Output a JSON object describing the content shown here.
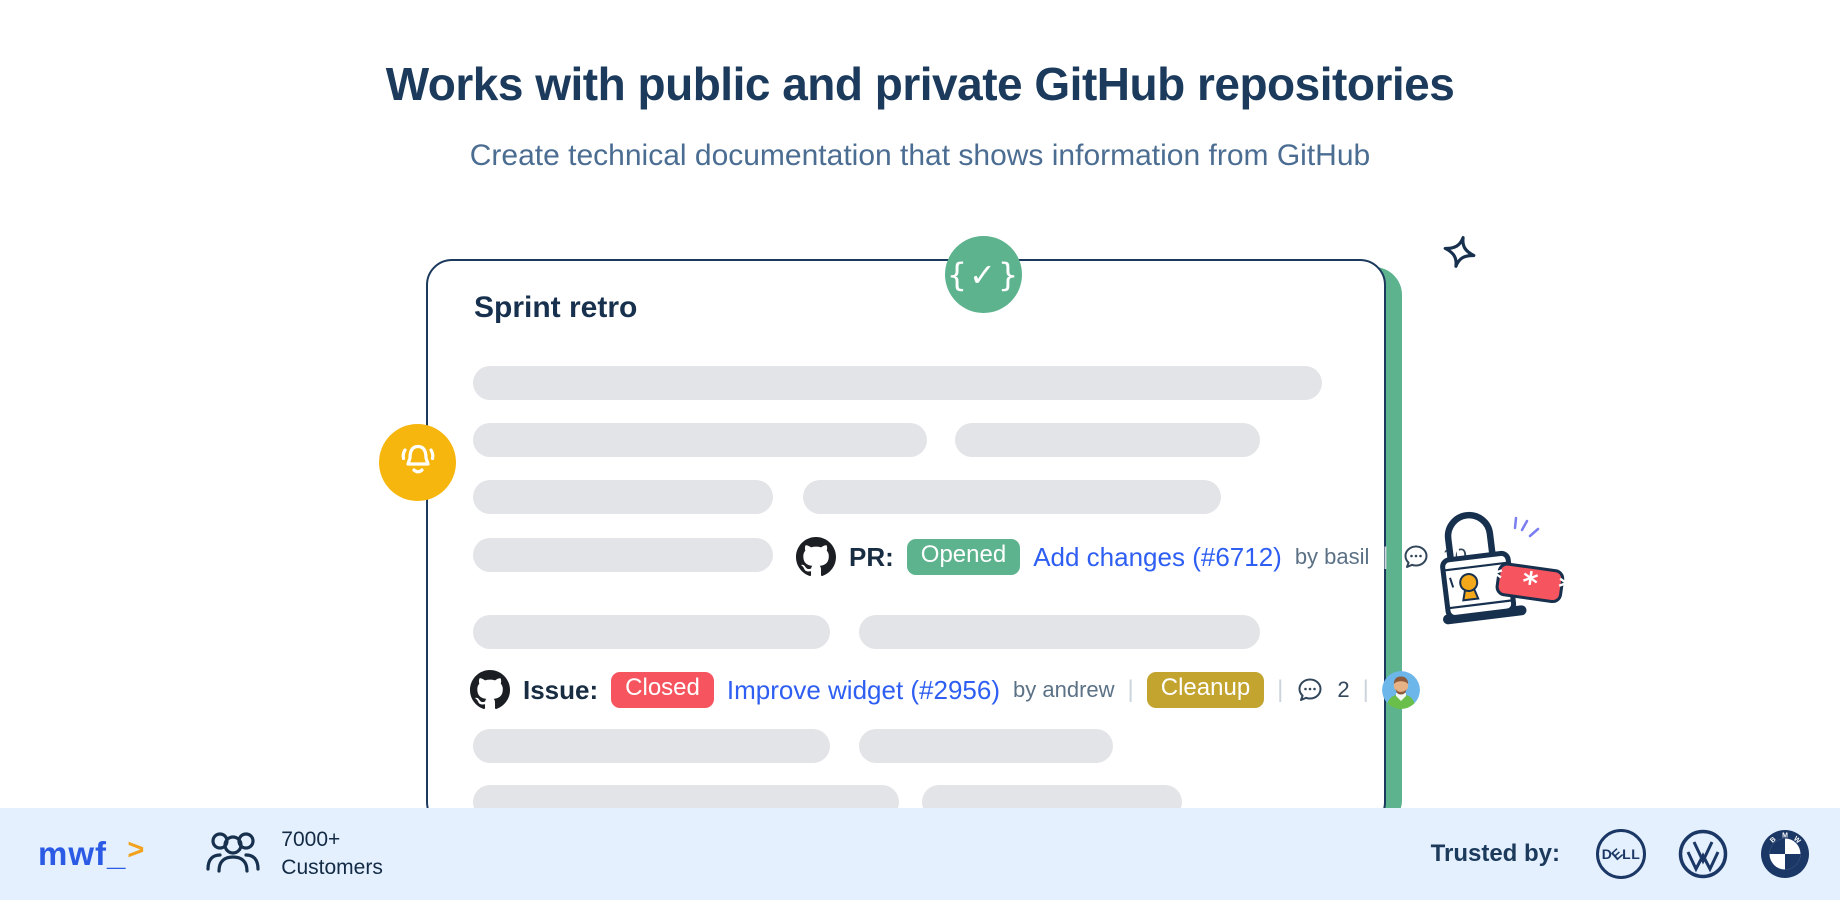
{
  "header": {
    "title": "Works with public and private GitHub repositories",
    "subtitle": "Create technical documentation that shows information from GitHub"
  },
  "card": {
    "title": "Sprint retro",
    "pr_row": {
      "label": "PR:",
      "status_badge": "Opened",
      "link": "Add changes (#6712)",
      "author": "by basil",
      "divider": "|",
      "comment_count": "10"
    },
    "issue_row": {
      "label": "Issue:",
      "status_badge": "Closed",
      "link": "Improve widget (#2956)",
      "author": "by andrew",
      "divider": "|",
      "tag_badge": "Cleanup",
      "comment_count": "2"
    }
  },
  "icons": {
    "code_check_badge": "{✓}",
    "password_stars": "* * *"
  },
  "footer": {
    "logo_text": "mwf_",
    "logo_arrow": ">",
    "customers_line1": "7000+",
    "customers_line2": "Customers",
    "trusted_by_label": "Trusted by:",
    "dell_d": "D",
    "dell_e": "E",
    "dell_ll": "LL",
    "bmw_letters": [
      "B",
      "M",
      "W"
    ],
    "brands": [
      "Dell",
      "Volkswagen",
      "BMW"
    ]
  },
  "colors": {
    "navy": "#1b3a5c",
    "green_accent": "#5cb38d",
    "red_status": "#f6555f",
    "olive_tag": "#c2a42e",
    "link_blue": "#2e5ff2",
    "bell_yellow": "#f7b60e",
    "footer_bg": "#e4f0fd",
    "logo_blue": "#2b5be4",
    "logo_arrow_orange": "#f2a21c",
    "placeholder_gray": "#e3e4e8",
    "subtitle_slate": "#4b6d92"
  }
}
